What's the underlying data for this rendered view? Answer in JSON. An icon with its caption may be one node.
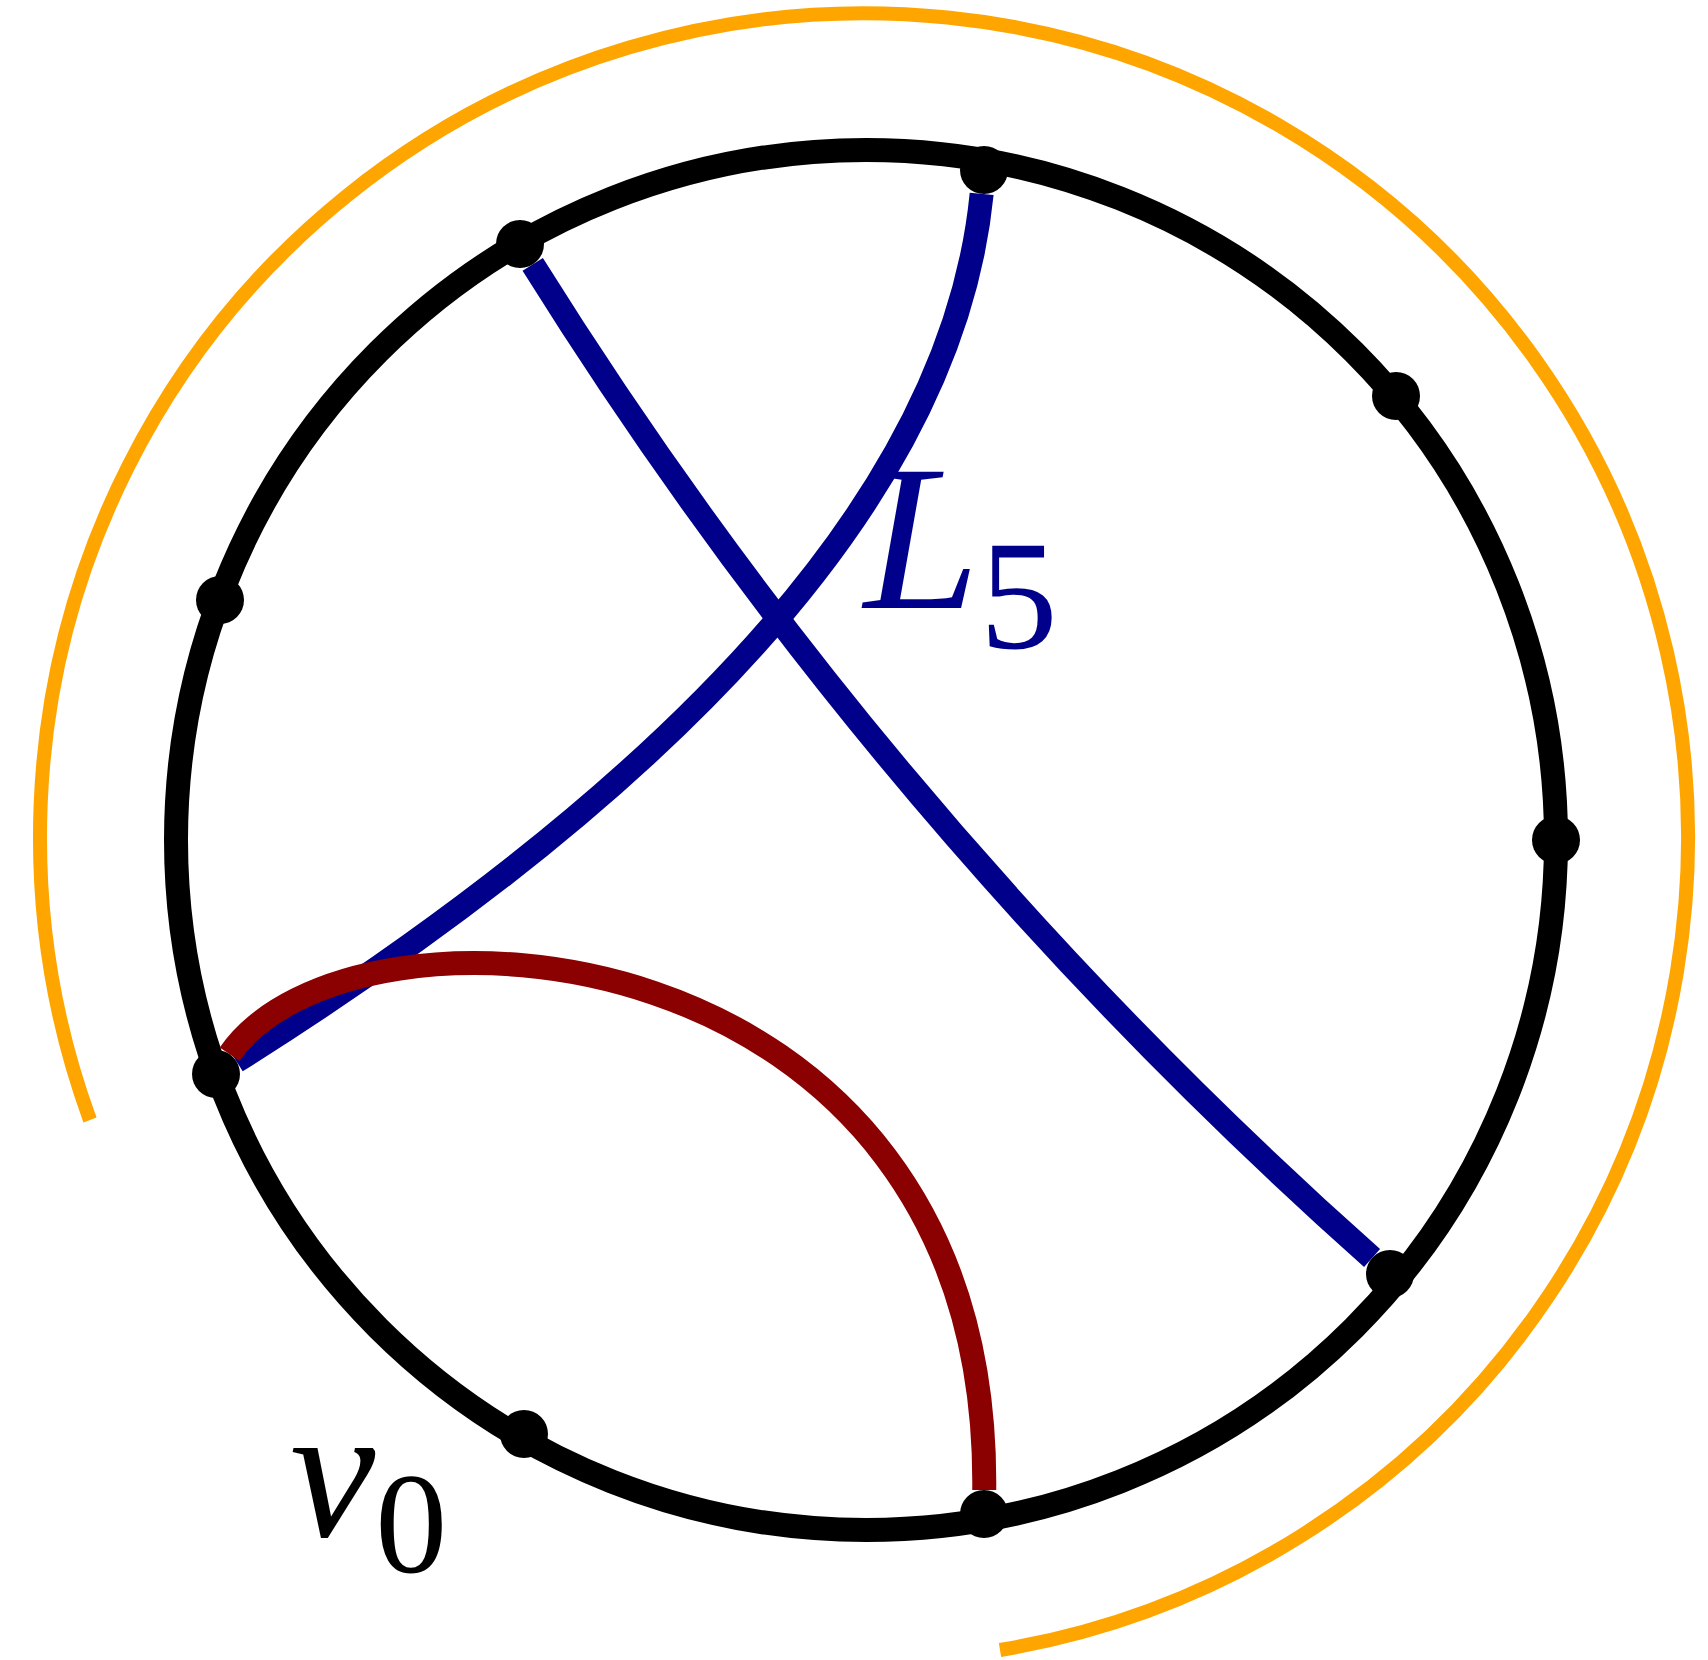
{
  "diagram": {
    "nodes": [
      {
        "text": [],
        "shape": "circle"
      },
      {
        "text": [],
        "shape": "circle"
      },
      {
        "text": [],
        "shape": "circle"
      },
      {
        "text": [],
        "shape": "circle"
      },
      {
        "text": [],
        "shape": "circle"
      },
      {
        "text": [],
        "shape": "circle"
      },
      {
        "text": [],
        "shape": "circle"
      },
      {
        "text": [],
        "shape": "circle",
        "beside": [
          "*v*$_{0}$"
        ]
      },
      {
        "text": [],
        "shape": "circle"
      }
    ],
    "edges": [
      {
        "from": 0,
        "to": 5,
        "arrow": "none"
      },
      {
        "from": 1,
        "to": 6,
        "arrow": "none"
      },
      {
        "from": 5,
        "to": 8,
        "arrow": "none",
        "color": "#8b0000"
      }
    ],
    "labels": [
      "*L*$_{5}$"
    ]
  }
}
